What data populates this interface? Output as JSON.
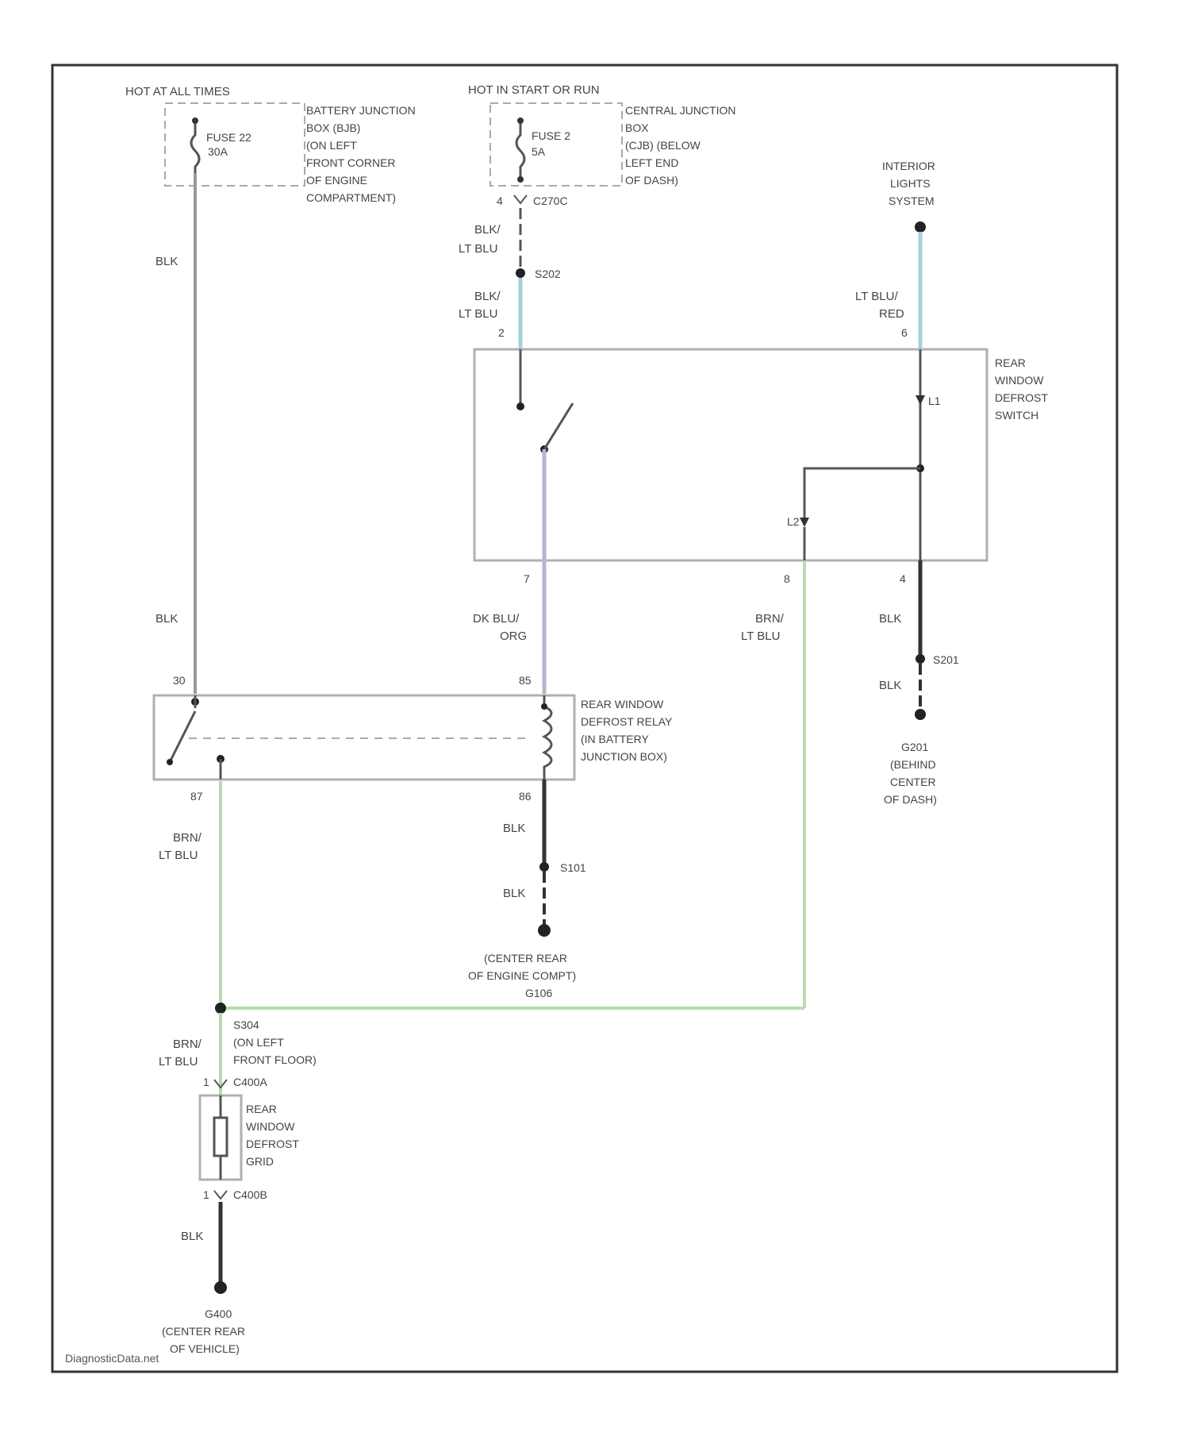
{
  "fuse_left": {
    "source": "HOT AT ALL TIMES",
    "name": "FUSE 22",
    "rating": "30A",
    "location": [
      "BATTERY JUNCTION",
      "BOX (BJB)",
      "(ON LEFT",
      "FRONT CORNER",
      "OF ENGINE",
      "COMPARTMENT)"
    ]
  },
  "fuse_right": {
    "source": "HOT IN START OR RUN",
    "name": "FUSE 2",
    "rating": "5A",
    "location": [
      "CENTRAL JUNCTION",
      "BOX",
      "(CJB) (BELOW",
      "LEFT END",
      "OF DASH)"
    ]
  },
  "connector_c270c": {
    "pin": "4",
    "id": "C270C"
  },
  "wire_blk_main_top": "BLK",
  "wire_blk_ltblu_1": [
    "BLK/",
    "LT BLU"
  ],
  "splice_s202": "S202",
  "wire_blk_ltblu_2": [
    "BLK/",
    "LT BLU"
  ],
  "switch_pin_top_left": "2",
  "interior_lights": [
    "INTERIOR",
    "LIGHTS",
    "SYSTEM"
  ],
  "wire_ltblu_red": [
    "LT BLU/",
    "RED"
  ],
  "switch_pin_top_right": "6",
  "defrost_switch": [
    "REAR",
    "WINDOW",
    "DEFROST",
    "SWITCH"
  ],
  "switch_bottom_pins": {
    "left": "7",
    "mid": "8",
    "right": "4"
  },
  "lamp_labels": {
    "l1": "L1",
    "l2": "L2"
  },
  "wire_blk_mid": "BLK",
  "wire_dkblu_org": [
    "DK BLU/",
    "ORG"
  ],
  "wire_brn_ltblu_right": [
    "BRN/",
    "LT BLU"
  ],
  "wire_blk_right": "BLK",
  "splice_s201": "S201",
  "wire_blk_right_2": "BLK",
  "ground_g201": [
    "G201",
    "(BEHIND",
    "CENTER",
    "OF DASH)"
  ],
  "relay": {
    "pins": {
      "p30": "30",
      "p85": "85",
      "p87": "87",
      "p86": "86"
    },
    "label": [
      "REAR WINDOW",
      "DEFROST RELAY",
      "(IN BATTERY",
      "JUNCTION BOX)"
    ]
  },
  "wire_brn_ltblu_left": [
    "BRN/",
    "LT BLU"
  ],
  "wire_blk_relay_ground": "BLK",
  "splice_s101": "S101",
  "wire_blk_relay_ground_2": "BLK",
  "ground_g106": [
    "(CENTER REAR",
    "OF ENGINE COMPT)",
    "G106"
  ],
  "splice_s304": [
    "S304",
    "(ON LEFT",
    "FRONT FLOOR)"
  ],
  "wire_brn_ltblu_lower": [
    "BRN/",
    "LT BLU"
  ],
  "connector_c4002a": {
    "pin": "1",
    "id": "C400A"
  },
  "grid": [
    "REAR",
    "WINDOW",
    "DEFROST",
    "GRID"
  ],
  "connector_c4002b": {
    "pin": "1",
    "id": "C400B"
  },
  "wire_blk_bottom": "BLK",
  "ground_g400": [
    "G400",
    "(CENTER REAR",
    "OF VEHICLE)"
  ],
  "watermark": "DiagnosticData.net",
  "colors": {
    "wire_green": "#b7dcae",
    "wire_blue": "#a4d2d8",
    "wire_purple": "#b8b3d2",
    "wire_dark": "#3a3a3a",
    "box": "#b0b0b0"
  }
}
